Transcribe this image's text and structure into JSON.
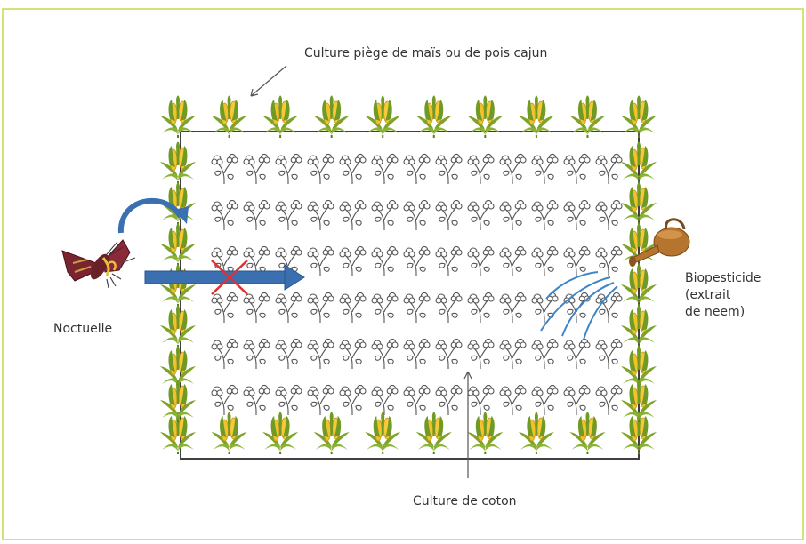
{
  "labels": {
    "trap_crop": "Culture piège de maïs ou de pois cajun",
    "pest": "Noctuelle",
    "biopesticide": [
      "Biopesticide",
      "(extrait",
      "de neem)"
    ],
    "main_crop": "Culture de coton"
  },
  "colors": {
    "frame_border": "#c8d84a",
    "field_border": "#404040",
    "maize_leaf": "#7ea32a",
    "maize_cob": "#f2c12e",
    "cotton_outline": "#555555",
    "arrow_blue": "#3a6fb0",
    "cross_red": "#e03030",
    "spray_blue": "#3f86c6",
    "moth_body": "#7a2430",
    "can_brown": "#b5752e"
  },
  "icons": {
    "maize": "maize-plant-icon",
    "cotton": "cotton-plant-icon",
    "moth": "moth-icon",
    "watering_can": "watering-can-icon",
    "cross": "cross-icon"
  }
}
